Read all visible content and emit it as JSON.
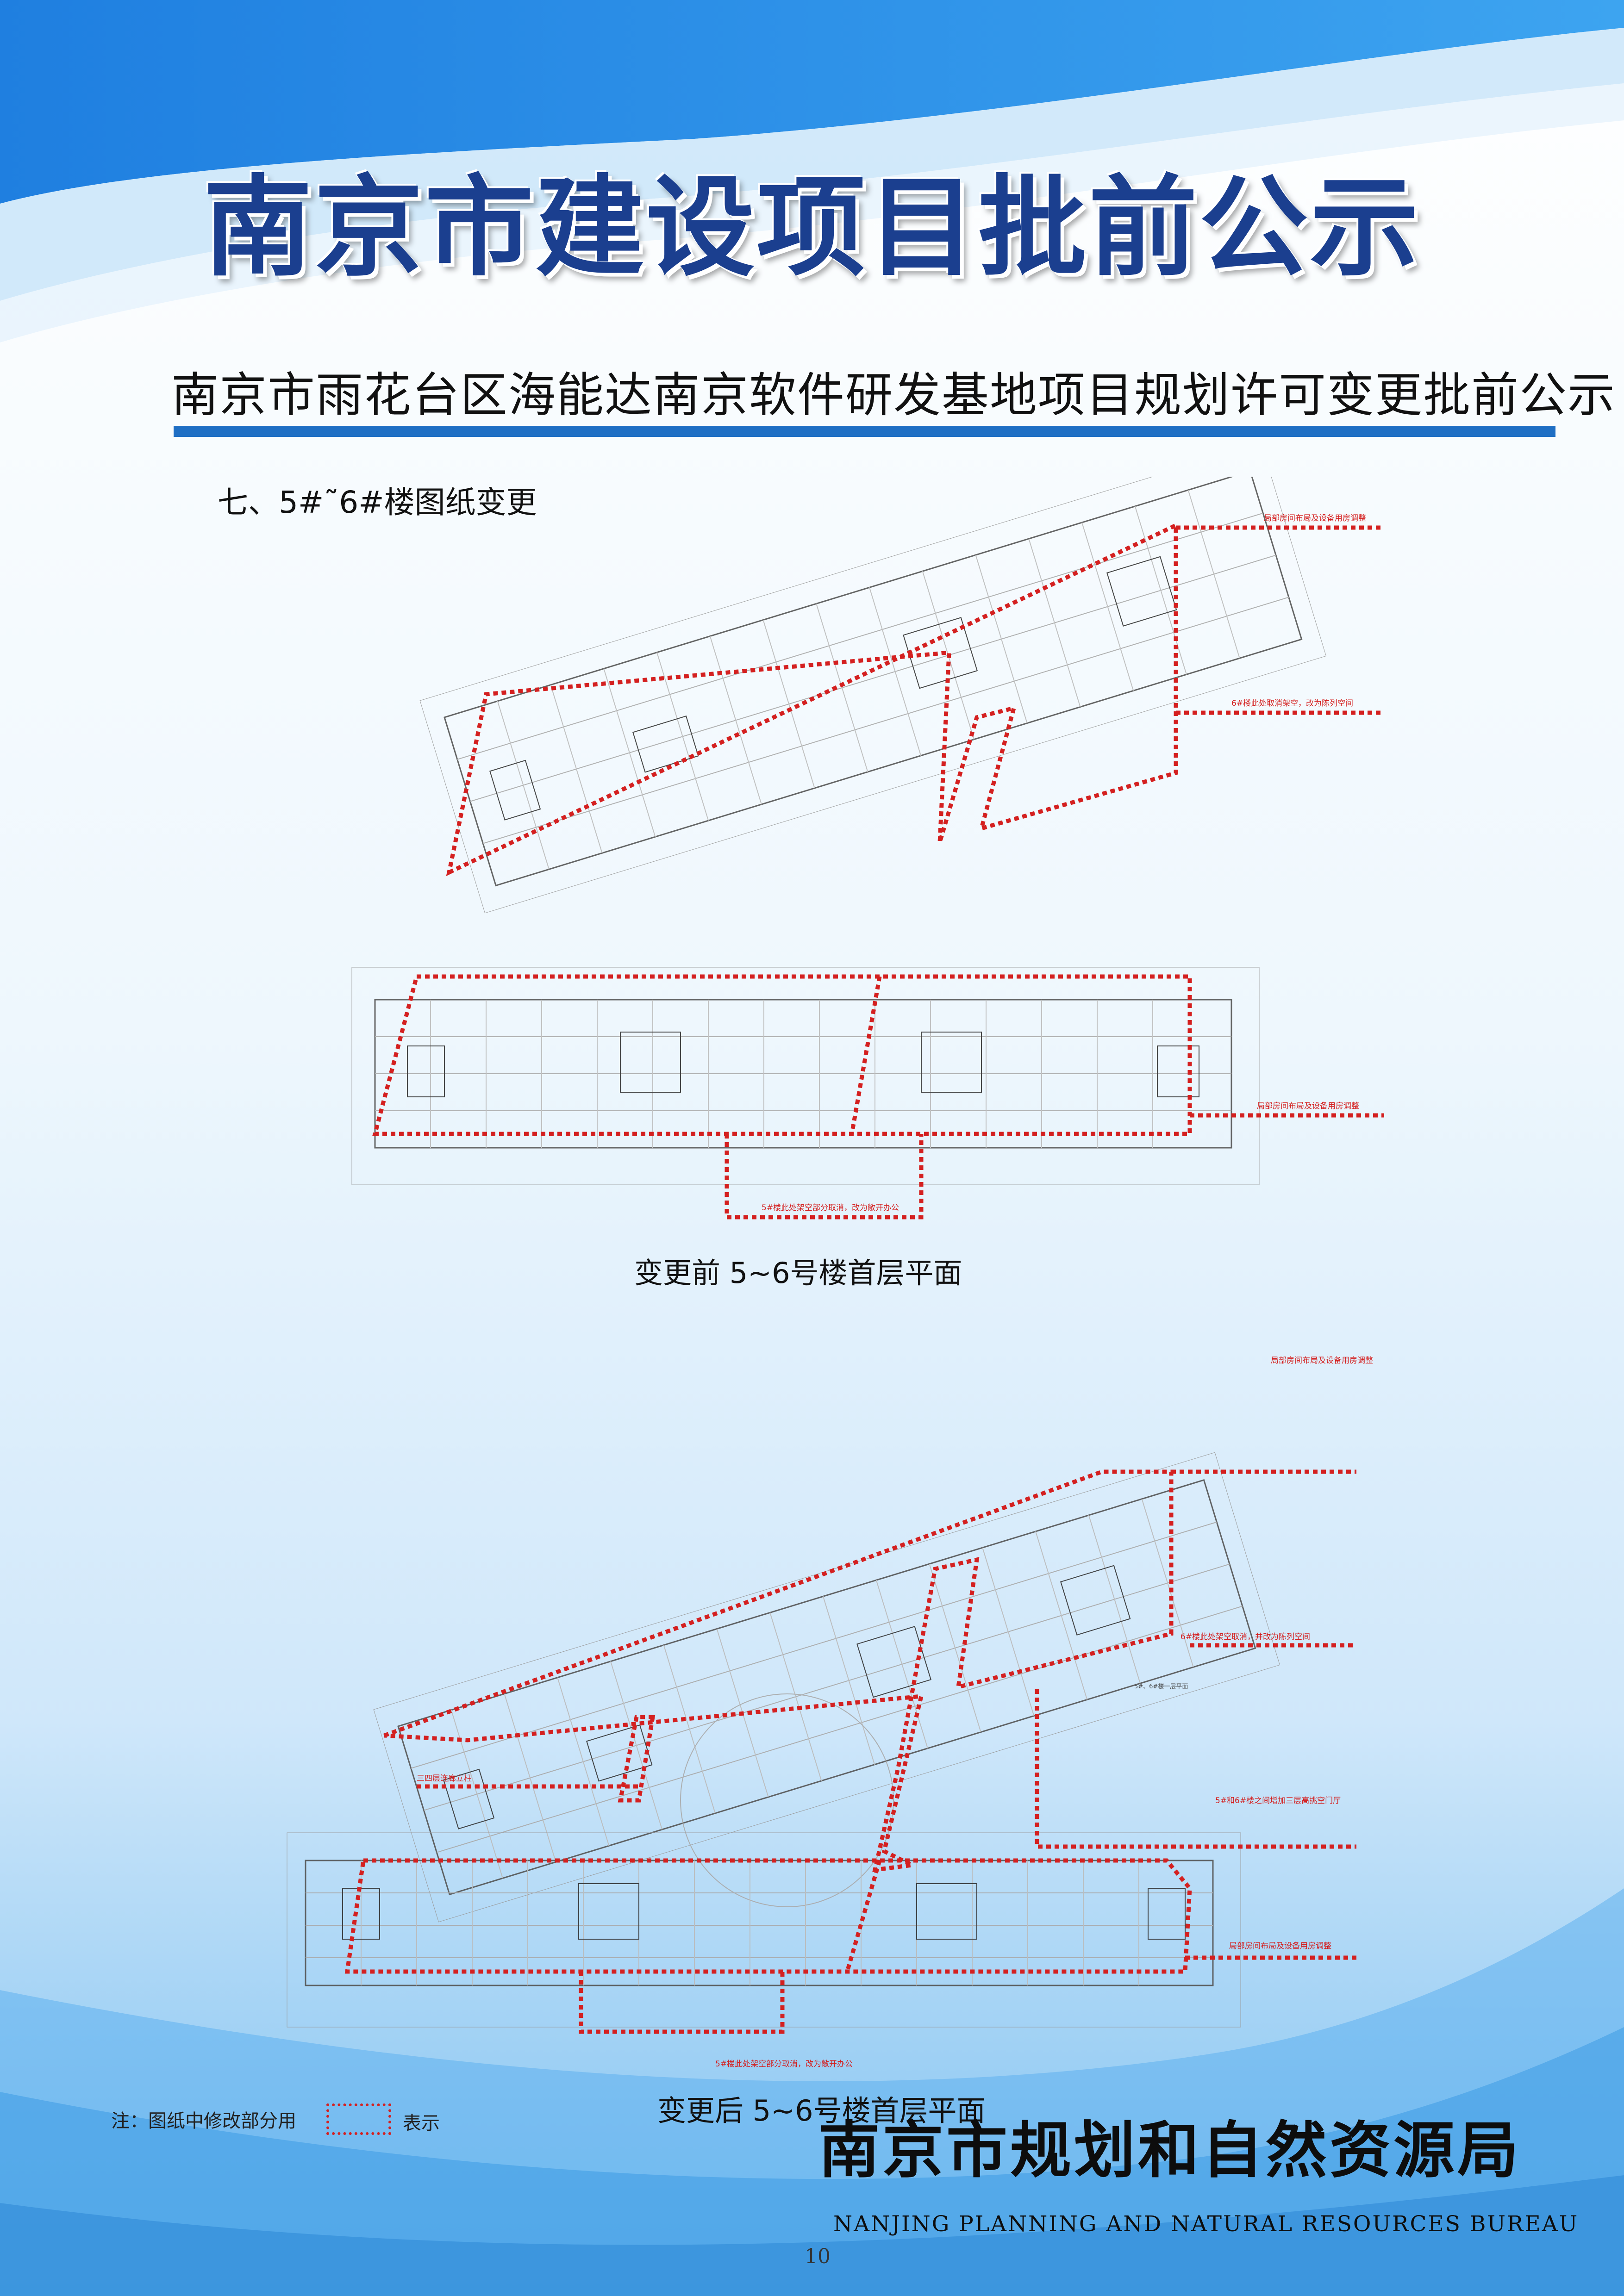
{
  "header": {
    "main_title": "南京市建设项目批前公示",
    "subtitle": "南京市雨花台区海能达南京软件研发基地项目规划许可变更批前公示",
    "section_heading": "七、5#˜6#楼图纸变更"
  },
  "plan_before": {
    "caption": "变更前  5~6号楼首层平面",
    "annotations": [
      "局部房间布局及设备用房调整",
      "6#楼此处取消架空，改为陈列空间",
      "局部房间布局及设备用房调整",
      "5#楼此处架空部分取消，改为敞开办公"
    ]
  },
  "plan_after": {
    "caption": "变更后  5~6号楼首层平面",
    "annotations": [
      "局部房间布局及设备用房调整",
      "6#楼此处架空取消，并改为陈列空间",
      "三四层连廊立柱",
      "5#和6#楼之间增加三层高挑空门厅",
      "局部房间布局及设备用房调整",
      "5#楼此处架空部分取消，改为敞开办公"
    ],
    "drawing_label": "5#、6#楼一层平面"
  },
  "footer": {
    "note_label": "注：图纸中修改部分用",
    "legend_text": "表示",
    "agency_name": "南京市规划和自然资源局",
    "agency_name_en": "NANJING PLANNING AND NATURAL RESOURCES BUREAU",
    "page_number": "10"
  },
  "colors": {
    "accent_blue": "#1f6fc4",
    "title_blue": "#1b3f8f",
    "markup_red": "#d42020"
  }
}
